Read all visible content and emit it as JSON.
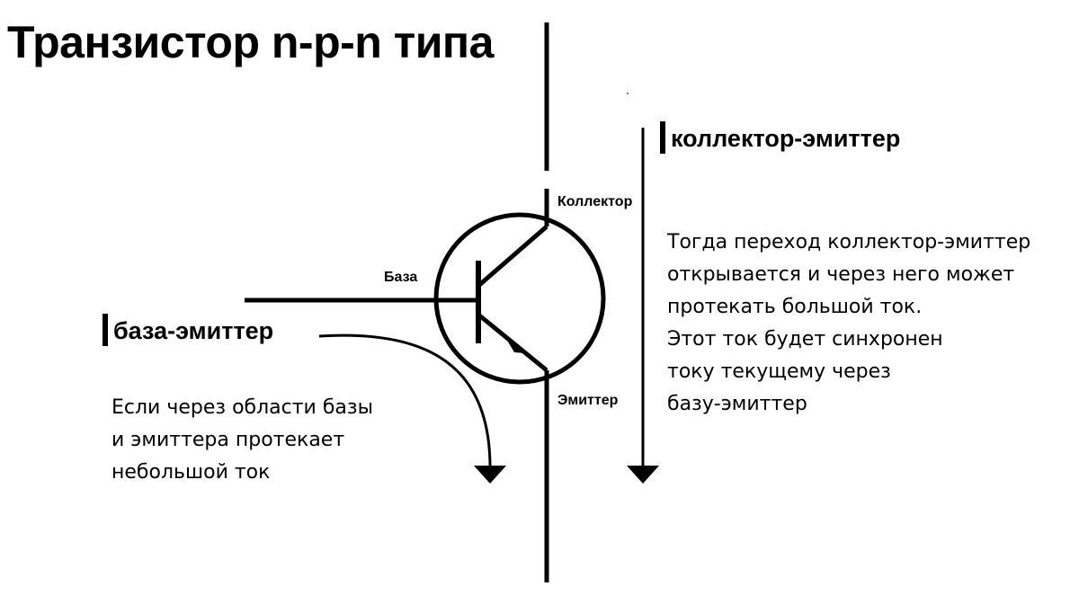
{
  "title": "Транзистор n-p-n типа",
  "terminals": {
    "collector": "Коллектор",
    "base": "База",
    "emitter": "Эмиттер"
  },
  "currents": {
    "base_emitter": "база-эмиттер",
    "collector_emitter": "коллектор-эмиттер"
  },
  "descriptions": {
    "left": [
      "Если через области базы",
      "и эмиттера протекает",
      "небольшой ток"
    ],
    "right": [
      "Тогда переход коллектор-эмиттер",
      "открывается и через него может",
      "протекать большой ток.",
      "Этот ток будет синхронен",
      "току текущему через",
      "базу-эмиттер"
    ]
  }
}
